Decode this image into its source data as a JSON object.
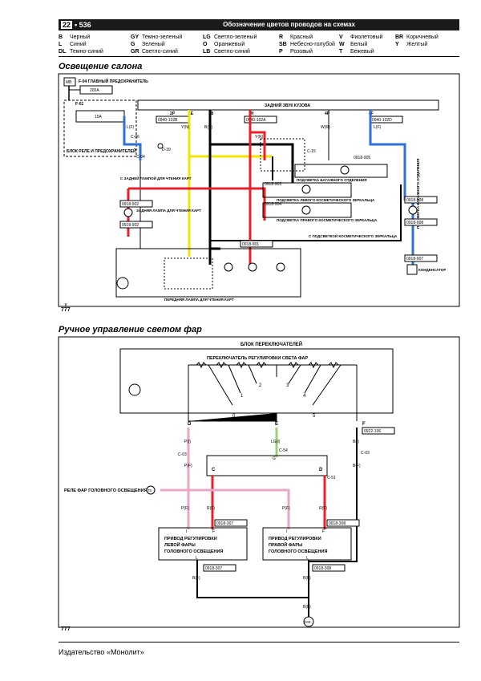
{
  "header": {
    "badge": "22",
    "page": "• 536",
    "title": "Обозначение цветов проводов на схемах"
  },
  "legend": [
    {
      "code": "B",
      "name": "Черный"
    },
    {
      "code": "GY",
      "name": "Темно-зеленый"
    },
    {
      "code": "LG",
      "name": "Светло-зеленый"
    },
    {
      "code": "R",
      "name": "Красный"
    },
    {
      "code": "V",
      "name": "Фиолетовый"
    },
    {
      "code": "BR",
      "name": "Коричневый"
    },
    {
      "code": "L",
      "name": "Синий"
    },
    {
      "code": "G",
      "name": "Зеленый"
    },
    {
      "code": "O",
      "name": "Оранжевый"
    },
    {
      "code": "SB",
      "name": "Небесно-голубой"
    },
    {
      "code": "W",
      "name": "Белый"
    },
    {
      "code": "Y",
      "name": "Желтый"
    },
    {
      "code": "DL",
      "name": "Темно-синий"
    },
    {
      "code": "GR",
      "name": "Светло-синий"
    },
    {
      "code": "LB",
      "name": "Светло-синий"
    },
    {
      "code": "P",
      "name": "Розовый"
    },
    {
      "code": "T",
      "name": "Бежевый"
    }
  ],
  "section1": {
    "title": "Освещение салона"
  },
  "section2": {
    "title": "Ручное управление светом фар"
  },
  "d1": {
    "fuse_main": "F-04  ГЛАВНЫЙ ПРЕДОХРАНИТЕЛЬ",
    "fuse_main_val": "200A",
    "fuse2": "F-01",
    "fuse2_val": "15A",
    "relay_block": "БЛОК РЕЛЕ И ПРЕДОХРАНИТЕЛЕЙ",
    "bus": "ЗАДНИЙ ЗВУК КУЗОВА",
    "pins": [
      "2P",
      "1E",
      "1B",
      "1H",
      "4P",
      "4F"
    ],
    "conn1": "0940-102B",
    "conn2": "0940-102A",
    "conn3": "0940-102D",
    "c06": "C-06",
    "c04": "C-04",
    "d39": "D-39",
    "c15": "C-15",
    "w1": "L(F)",
    "w2": "Y(N)",
    "w3": "B(N)",
    "w4": "Y(R)",
    "w5": "W(R)",
    "w6": "L(F)",
    "trunk_conn": "0918-905",
    "trunk_lamp": "ПОДСВЕТКА БАГАЖНОГО ОТДЕЛЕНИЯ",
    "mirror_l_conn": "0918-903",
    "mirror_l": "ПОДСВЕТКА ЛЕВОГО КОСМЕТИЧЕСКОГО ЗЕРКАЛЬЦА",
    "mirror_r_conn": "0918-904",
    "mirror_r": "ПОДСВЕТКА ПРАВОГО КОСМЕТИЧЕСКОГО ЗЕРКАЛЬЦА",
    "rear_lamp_note": "С ЗАДНЕЙ ЛАМПОЙ ДЛЯ ЧТЕНИЯ КАРТ",
    "rear_conn_a": "0918-902",
    "rear_lamp": "ЗАДНЯЯ ЛАМПА ДЛЯ ЧТЕНИЯ КАРТ",
    "rear_conn_b": "0918-902",
    "mirror_note": "С ПОДСВЕТКОЙ КОСМЕТИЧЕСКОГО ЗЕРКАЛЬЦА",
    "front_conn": "0918-901",
    "front_lamp": "ПЕРЕДНЯЯ ЛАМПА ДЛЯ ЧТЕНИЯ КАРТ",
    "trunk2_conn_a": "0918-908",
    "trunk2": "ПОДСВЕТКА БАГАЖНОГО ОТДЕЛЕНИЯ",
    "trunk2_conn_b": "0918-908",
    "cap_conn": "0918-907",
    "cap": "КОНДЕНСАТОР",
    "gnd": "777"
  },
  "d2": {
    "block": "БЛОК ПЕРЕКЛЮЧАТЕЛЕЙ",
    "switch": "ПЕРЕКЛЮЧАТЕЛЬ РЕГУЛИРОВКИ СВЕТА ФАР",
    "pos": [
      "0",
      "1",
      "2",
      "3",
      "4",
      "5"
    ],
    "pins": [
      "D",
      "E",
      "F"
    ],
    "conn_top": "0922-106",
    "w_pi": "P(I)",
    "w_lg": "LG(I)",
    "w_bi": "B(I)",
    "c03l": "C-03",
    "c54": "C-54",
    "c03r": "C-03",
    "c51": "C-51",
    "w_pf": "P(F)",
    "w_g": "G",
    "w_bf": "B(F)",
    "w_rf": "R(F)",
    "pc": "C",
    "pd": "D",
    "relay": "РЕЛЕ ФАР ГОЛОВНОГО ОСВЕЩЕНИЯ",
    "relay_ref": "75",
    "act_l_conn": "0918-307",
    "act_l": [
      "ПРИВОД РЕГУЛИРОВКИ",
      "ЛЕВОЙ ФАРЫ",
      "ГОЛОВНОГО ОСВЕЩЕНИЯ"
    ],
    "act_r_conn": "0918-308",
    "act_r": [
      "ПРИВОД РЕГУЛИРОВКИ",
      "ПРАВОЙ ФАРЫ",
      "ГОЛОВНОГО ОСВЕЩЕНИЯ"
    ],
    "pin_i": "I",
    "pin_f": "F",
    "pin_l": "L",
    "ground": "G03",
    "gnd": "777"
  },
  "footer": "Издательство «Монолит»",
  "colors": {
    "yellow": "#f2e600",
    "red": "#e8202a",
    "blue": "#2f6fd8",
    "pink": "#e8a6c8",
    "green": "#9ad07a",
    "black": "#000000"
  }
}
